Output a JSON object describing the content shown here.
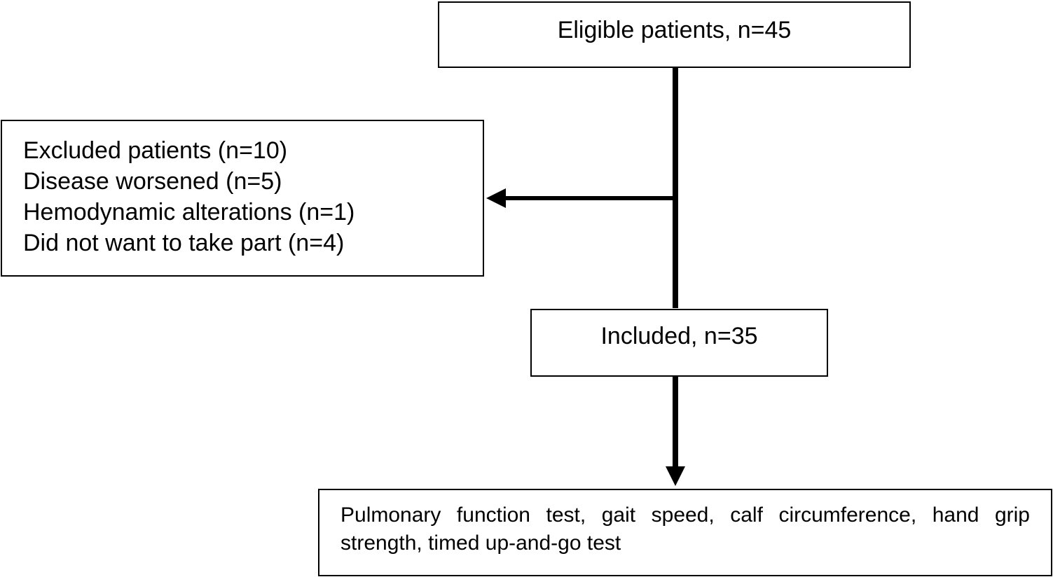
{
  "diagram": {
    "eligible": {
      "label": "Eligible patients, n=45"
    },
    "excluded": {
      "lines": [
        "Excluded patients (n=10)",
        "Disease worsened (n=5)",
        "Hemodynamic alterations (n=1)",
        "Did not want to take part (n=4)"
      ]
    },
    "included": {
      "label": "Included, n=35"
    },
    "outcomes": {
      "label": "Pulmonary function test, gait speed, calf circumference, hand grip strength, timed up-and-go test"
    }
  }
}
